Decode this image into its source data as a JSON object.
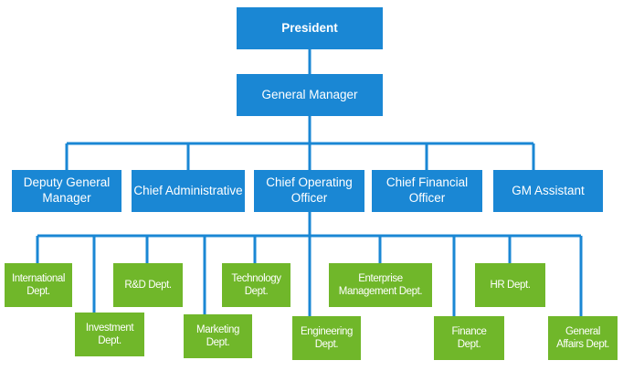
{
  "colors": {
    "management_box": "#1a87d4",
    "department_box": "#70b72a",
    "connector": "#1a87d4",
    "text": "#ffffff"
  },
  "org": {
    "president": "President",
    "general_manager": "General Manager",
    "executives": [
      "Deputy General\nManager",
      "Chief Administrative",
      "Chief Operating\nOfficer",
      "Chief Financial\nOfficer",
      "GM Assistant"
    ],
    "departments": [
      "International\nDept.",
      "Investment\nDept.",
      "R&D Dept.",
      "Marketing\nDept.",
      "Technology\nDept.",
      "Engineering\nDept.",
      "Enterprise\nManagement Dept.",
      "Finance\nDept.",
      "HR Dept.",
      "General\nAffairs Dept."
    ]
  }
}
